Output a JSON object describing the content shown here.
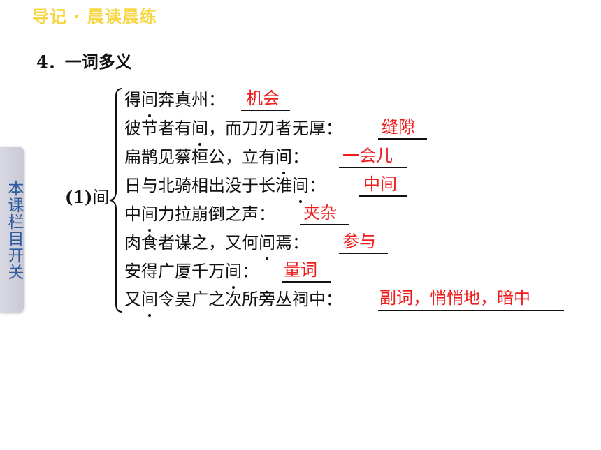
{
  "header": {
    "title": "导记 · 晨读晨练"
  },
  "section": {
    "title": "4．一词多义"
  },
  "side_tab": {
    "label": "本课栏目开关"
  },
  "word": {
    "number": "(1)",
    "char": "间"
  },
  "entries": [
    {
      "prefix": "得",
      "key": "间",
      "suffix": "奔真州：",
      "answer": "机会"
    },
    {
      "prefix": "彼节者有",
      "key": "间",
      "suffix": "，而刀刃者无厚：",
      "answer": "缝隙"
    },
    {
      "prefix": "扁鹊见蔡桓公，立有",
      "key": "间",
      "suffix": "：",
      "answer": "一会儿"
    },
    {
      "prefix": "日与北骑相出没于长淮",
      "key": "间",
      "suffix": "：",
      "answer": "中间"
    },
    {
      "prefix": "中",
      "key": "间",
      "suffix": "力拉崩倒之声：",
      "answer": "夹杂"
    },
    {
      "prefix": "肉食者谋之，又何",
      "key": "间",
      "suffix": "焉：",
      "answer": "参与"
    },
    {
      "prefix": "安得广厦千万",
      "key": "间",
      "suffix": "：",
      "answer": "量词"
    },
    {
      "prefix": "又",
      "key": "间",
      "suffix": "令吴广之次所旁丛祠中：",
      "answer": "副词，悄悄地，暗中"
    }
  ],
  "colors": {
    "header": "#f6d743",
    "answer": "#ee1c1c",
    "side_tab_text": "#2e5c9e",
    "text": "#111111"
  }
}
